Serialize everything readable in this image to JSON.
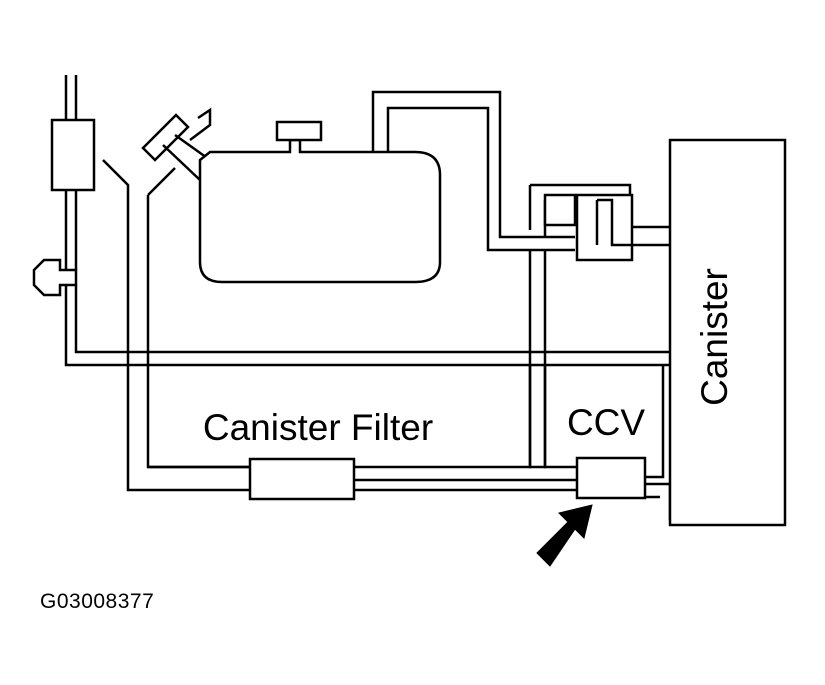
{
  "labels": {
    "canister": "Canister",
    "canister_filter": "Canister Filter",
    "ccv": "CCV"
  },
  "figure_id": "G03008377",
  "colors": {
    "line": "#000000",
    "background": "#ffffff",
    "arrow": "#000000"
  }
}
